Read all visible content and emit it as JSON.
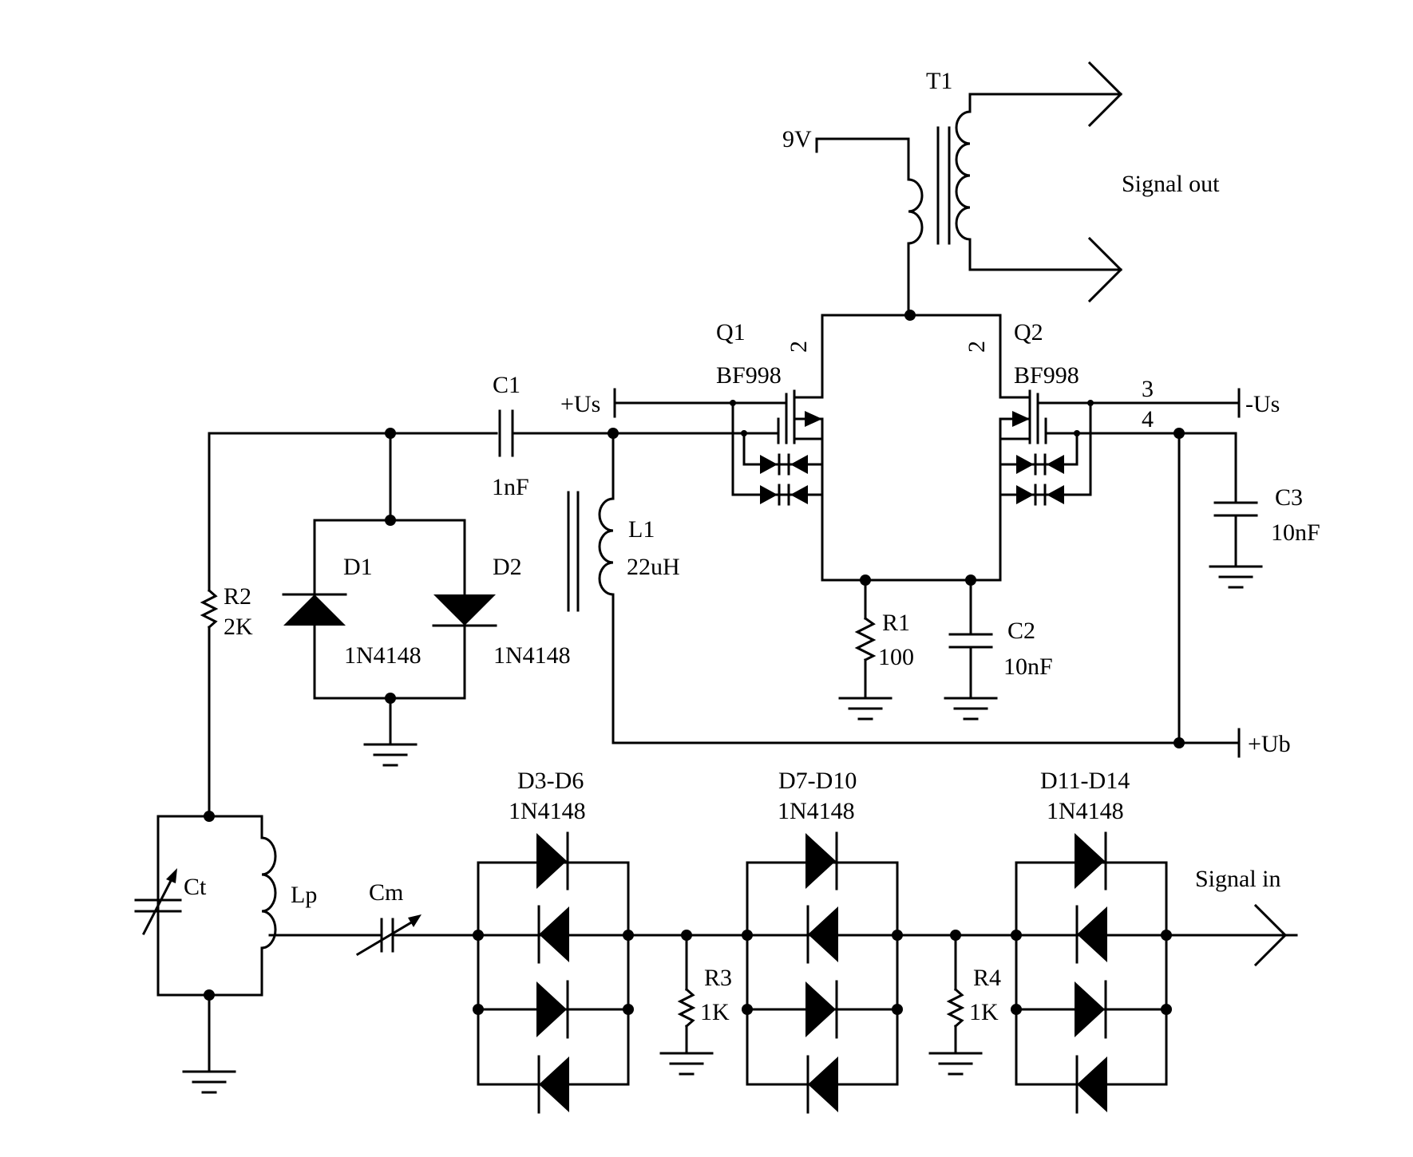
{
  "labels": {
    "t1": "T1",
    "v9": "9V",
    "signal_out": "Signal out",
    "q1": "Q1",
    "q1_model": "BF998",
    "q2": "Q2",
    "q2_model": "BF998",
    "pin2_left": "2",
    "pin2_right": "2",
    "pin3": "3",
    "pin4": "4",
    "c1": "C1",
    "c1_value": "1nF",
    "plus_us": "+Us",
    "minus_us": "-Us",
    "c3": "C3",
    "c3_value": "10nF",
    "l1": "L1",
    "l1_value": "22uH",
    "d1": "D1",
    "d2": "D2",
    "d1_model": "1N4148",
    "d2_model": "1N4148",
    "r2": "R2",
    "r2_value": "2K",
    "r1": "R1",
    "r1_value": "100",
    "c2": "C2",
    "c2_value": "10nF",
    "plus_ub": "+Ub",
    "d3_d6": "D3-D6",
    "d3_d6_model": "1N4148",
    "d7_d10": "D7-D10",
    "d7_d10_model": "1N4148",
    "d11_d14": "D11-D14",
    "d11_d14_model": "1N4148",
    "signal_in": "Signal in",
    "ct": "Ct",
    "lp": "Lp",
    "cm": "Cm",
    "r3": "R3",
    "r3_value": "1K",
    "r4": "R4",
    "r4_value": "1K"
  }
}
